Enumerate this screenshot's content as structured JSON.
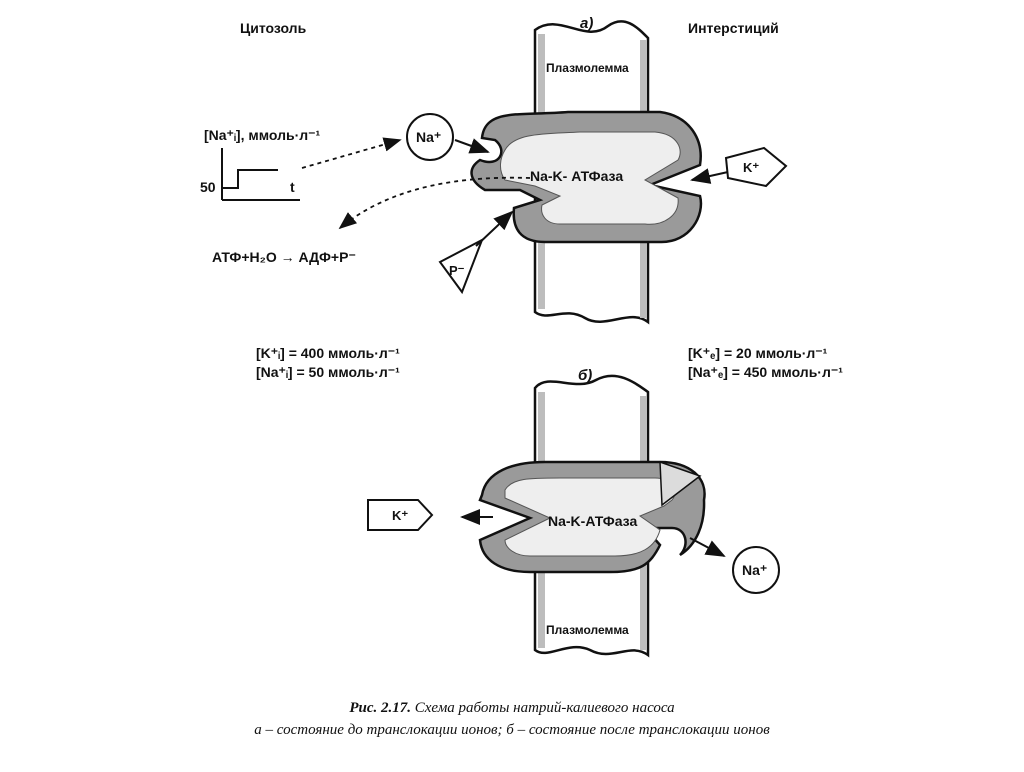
{
  "labels": {
    "cytosol": "Цитозоль",
    "interstitium": "Интерстиций",
    "panel_a": "а)",
    "panel_b": "б)",
    "plasmalemma_top": "Плазмолемма",
    "plasmalemma_bottom": "Плазмолемма",
    "atpase_a": "Na-K- АТФаза",
    "atpase_b": "Na-K-АТФаза",
    "na_ion": "Na⁺",
    "k_ion": "K⁺",
    "phosphate": "P⁻",
    "reaction": "АТФ+H₂O → АДФ+P⁻"
  },
  "graph": {
    "ylabel": "[Na⁺ᵢ], ммоль·л⁻¹",
    "tick": "50",
    "xlabel": "t"
  },
  "concentrations": {
    "cytosol": [
      "[K⁺ᵢ] = 400 ммоль·л⁻¹",
      "[Na⁺ᵢ] = 50 ммоль·л⁻¹"
    ],
    "interstitium": [
      "[K⁺ₑ] = 20 ммоль·л⁻¹",
      "[Na⁺ₑ] = 450 ммоль·л⁻¹"
    ]
  },
  "caption": {
    "title_bold": "Рис. 2.17.",
    "title_rest": " Схема работы натрий-калиевого насоса",
    "line2": "а – состояние до транслокации ионов; б – состояние после транслокации ионов"
  },
  "colors": {
    "protein": "#9a9a9a",
    "membrane": "#bdbdbd",
    "ink": "#111111"
  }
}
